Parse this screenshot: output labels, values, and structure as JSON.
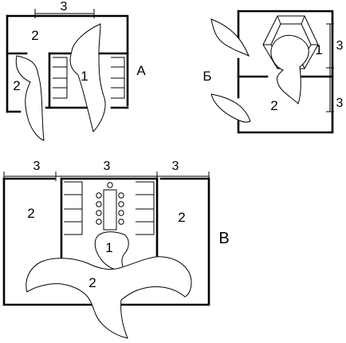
{
  "plans": {
    "a": {
      "letter": "А",
      "dim_top": "3",
      "zone_upper": "2",
      "zone_lower": "2",
      "zone_center": "1"
    },
    "b": {
      "letter": "Б",
      "dim_right_top": "3",
      "dim_right_bottom": "3",
      "zone_center": "1",
      "zone_lower": "2"
    },
    "c": {
      "letter": "В",
      "dim_left": "3",
      "dim_center": "3",
      "dim_right": "3",
      "zone_left": "2",
      "zone_right": "2",
      "zone_center": "1",
      "zone_lower": "2"
    }
  }
}
